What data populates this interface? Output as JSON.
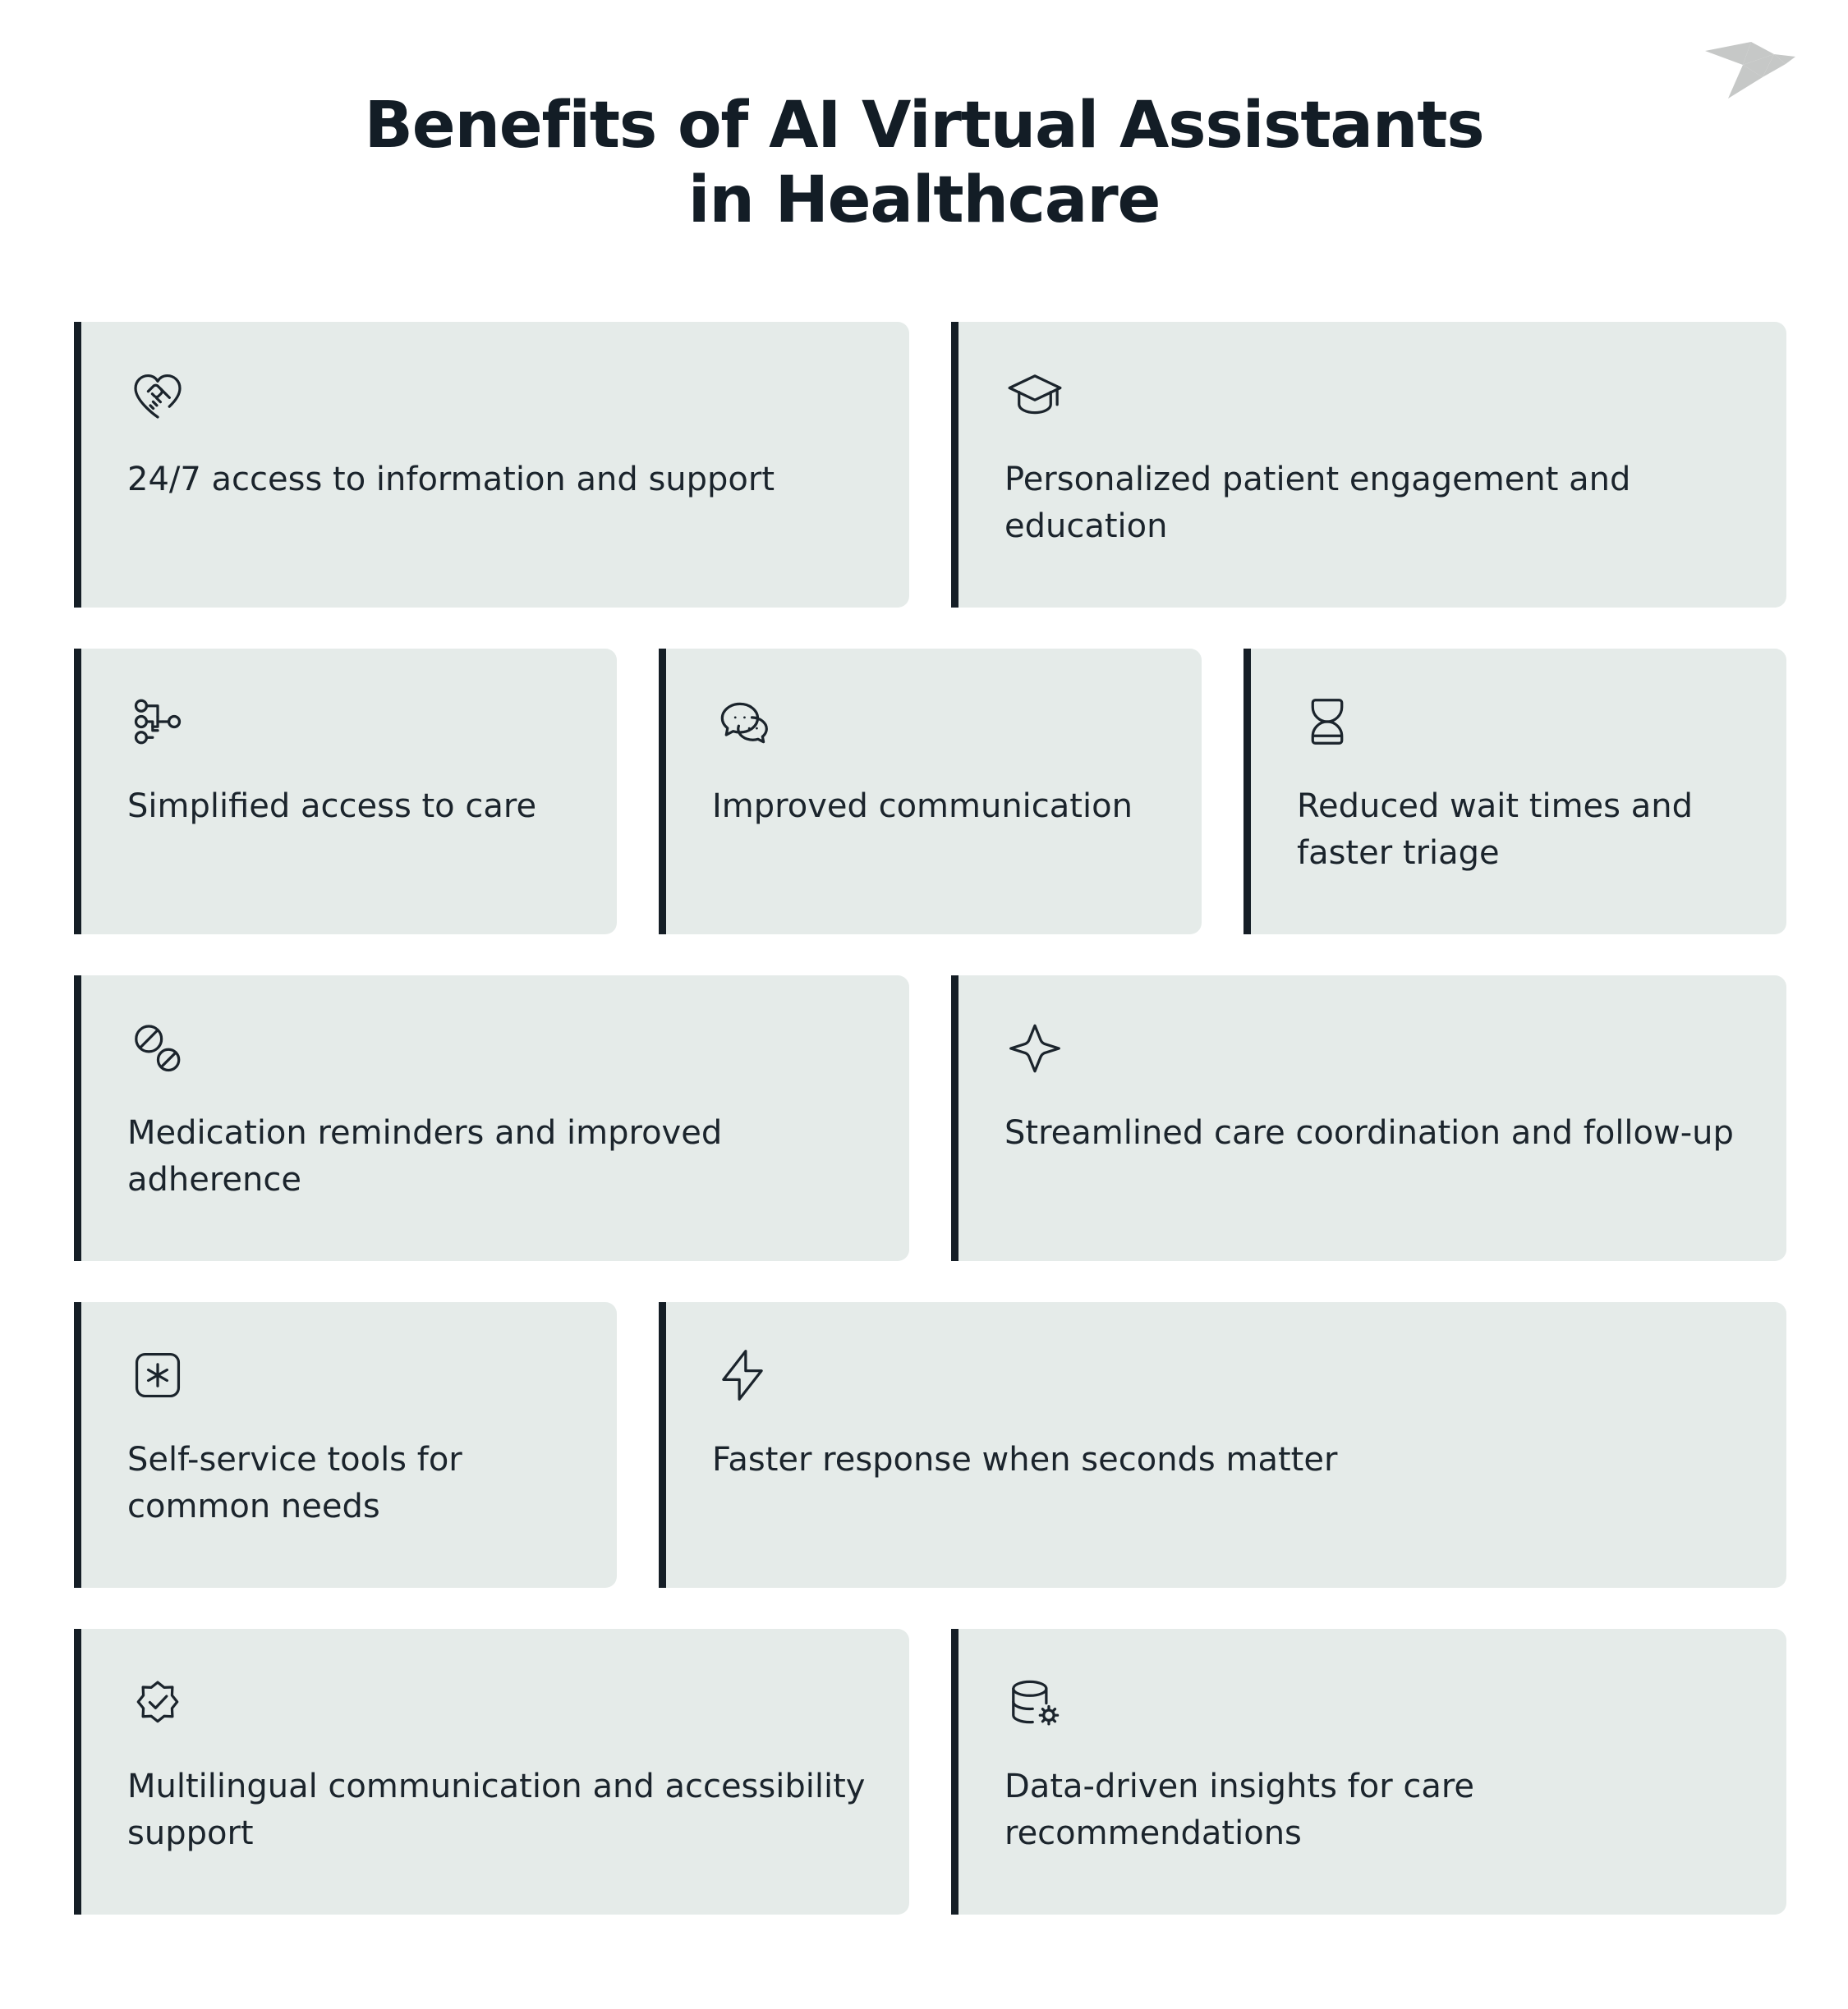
{
  "header": {
    "title": "Benefits of AI Virtual Assistants in Healthcare",
    "logo_name": "origami-bird-logo",
    "logo_color": "#c6c8c7"
  },
  "theme": {
    "page_background": "#ffffff",
    "card_background": "#e5ebe9",
    "accent_bar": "#151e26",
    "title_color": "#131d26",
    "body_text_color": "#1b242c",
    "icon_stroke": "#1b242c"
  },
  "rows": [
    {
      "layout": "2-equal",
      "cards": [
        {
          "icon": "heart-handshake-icon",
          "text": "24/7 access to information and support"
        },
        {
          "icon": "graduation-cap-icon",
          "text": "Personalized patient engagement and education"
        }
      ]
    },
    {
      "layout": "3-equal",
      "cards": [
        {
          "icon": "hierarchy-merge-icon",
          "text": "Simplified access to care"
        },
        {
          "icon": "chat-bubbles-icon",
          "text": "Improved communication"
        },
        {
          "icon": "hourglass-icon",
          "text": "Reduced wait times and faster triage"
        }
      ]
    },
    {
      "layout": "2-equal",
      "cards": [
        {
          "icon": "pills-icon",
          "text": "Medication reminders and improved adherence"
        },
        {
          "icon": "sparkle-star-icon",
          "text": "Streamlined care coordination and follow-up"
        }
      ]
    },
    {
      "layout": "narrow-wide",
      "cards": [
        {
          "icon": "asterisk-square-icon",
          "text": "Self-service tools for common needs"
        },
        {
          "icon": "lightning-bolt-icon",
          "text": "Faster response when seconds matter"
        }
      ]
    },
    {
      "layout": "2-equal",
      "cards": [
        {
          "icon": "verified-badge-icon",
          "text": "Multilingual communication and accessibility support"
        },
        {
          "icon": "database-gear-icon",
          "text": "Data-driven insights for care recommendations"
        }
      ]
    }
  ]
}
